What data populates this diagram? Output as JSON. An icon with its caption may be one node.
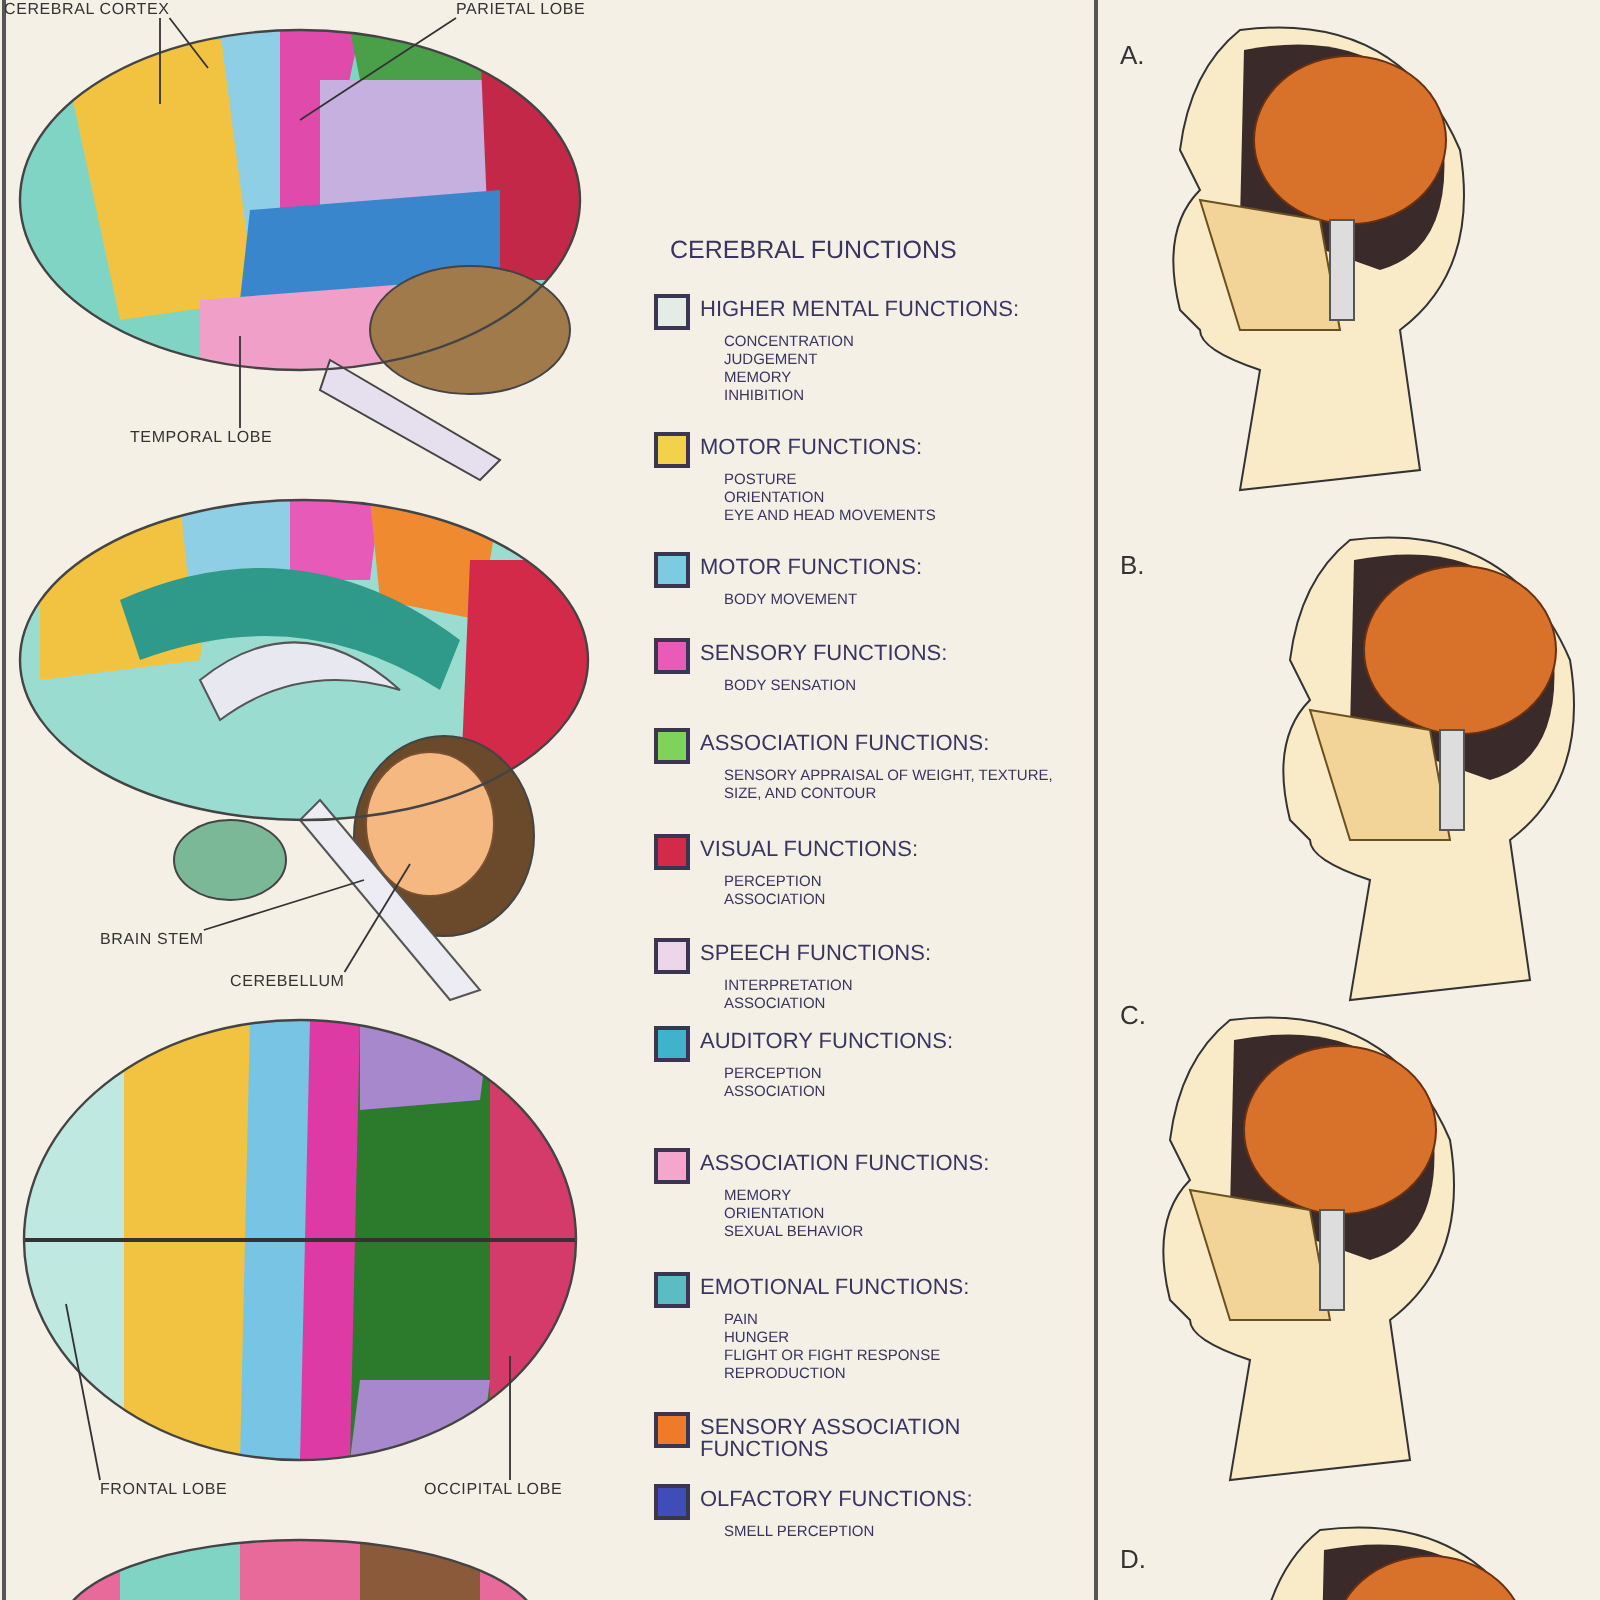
{
  "diagram": {
    "nodes": [
      {
        "text": [
          "CEREBRAL CORTEX"
        ]
      },
      {
        "text": [
          "PARIETAL LOBE"
        ]
      },
      {
        "text": [
          "TEMPORAL LOBE"
        ]
      },
      {
        "text": [
          "BRAIN STEM"
        ]
      },
      {
        "text": [
          "CEREBELLUM"
        ]
      },
      {
        "text": [
          "FRONTAL LOBE"
        ]
      },
      {
        "text": [
          "OCCIPITAL LOBE"
        ]
      },
      {
        "text": [],
        "shape": "picture"
      },
      {
        "text": [],
        "shape": "picture"
      },
      {
        "text": [],
        "shape": "picture"
      }
    ],
    "edges": [
      {
        "from": 0,
        "to": 7,
        "arrow": "none"
      },
      {
        "from": 0,
        "to": 7,
        "arrow": "none"
      },
      {
        "from": 1,
        "to": 7,
        "arrow": "none"
      },
      {
        "from": 2,
        "to": 7,
        "arrow": "none"
      },
      {
        "from": 3,
        "to": 8,
        "arrow": "none"
      },
      {
        "from": 4,
        "to": 8,
        "arrow": "none"
      },
      {
        "from": 5,
        "to": 9,
        "arrow": "none"
      },
      {
        "from": 6,
        "to": 9,
        "arrow": "none"
      }
    ],
    "labels": [
      "CEREBRAL FUNCTIONS",
      "CONCENTRATION",
      "JUDGEMENT",
      "MEMORY",
      "INHIBITION",
      "POSTURE",
      "ORIENTATION",
      "EYE AND HEAD MOVEMENTS",
      "BODY MOVEMENT",
      "BODY SENSATION",
      "SENSORY APPRAISAL OF WEIGHT, TEXTURE, SIZE, AND CONTOUR",
      "PERCEPTION",
      "ASSOCIATION",
      "INTERPRETATION",
      "ASSOCIATION",
      "PERCEPTION",
      "ASSOCIATION",
      "MEMORY",
      "ORIENTATION",
      "SEXUAL BEHAVIOR",
      "PAIN",
      "HUNGER",
      "FLIGHT OR FIGHT RESPONSE",
      "REPRODUCTION",
      "SMELL PERCEPTION",
      "A.",
      "B.",
      "C.",
      "D."
    ],
    "legend": [
      {
        "text": "HIGHER MENTAL FUNCTIONS:",
        "color": "#e4ece6"
      },
      {
        "text": "MOTOR FUNCTIONS:",
        "color": "#f2d24a"
      },
      {
        "text": "MOTOR FUNCTIONS:",
        "color": "#7ccbe0"
      },
      {
        "text": "SENSORY FUNCTIONS:",
        "color": "#ea5ab8"
      },
      {
        "text": "ASSOCIATION FUNCTIONS:",
        "color": "#7fd35a"
      },
      {
        "text": "VISUAL FUNCTIONS:",
        "color": "#d42a4a"
      },
      {
        "text": "SPEECH FUNCTIONS:",
        "color": "#eed6ea"
      },
      {
        "text": "AUDITORY FUNCTIONS:",
        "color": "#3fb2cc"
      },
      {
        "text": "ASSOCIATION FUNCTIONS:",
        "color": "#f4a6cc"
      },
      {
        "text": "EMOTIONAL FUNCTIONS:",
        "color": "#5bbcc4"
      },
      {
        "text": "SENSORY ASSOCIATION FUNCTIONS",
        "color": "#ee7a2a"
      },
      {
        "text": "OLFACTORY FUNCTIONS:",
        "color": "#3e4db8"
      }
    ]
  }
}
